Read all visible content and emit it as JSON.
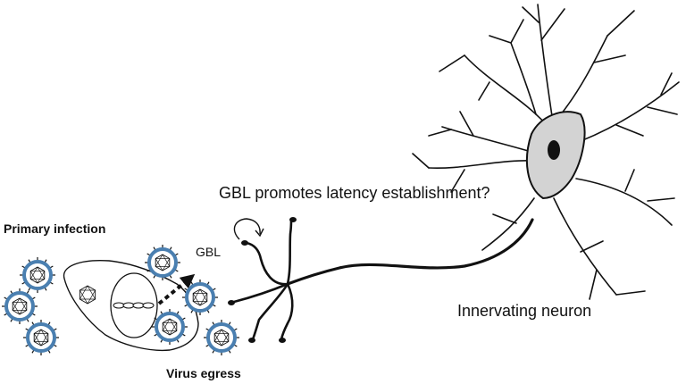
{
  "labels": {
    "primary_infection": "Primary infection",
    "virus_egress": "Virus egress",
    "gbl": "GBL",
    "gbl_latency": "GBL promotes latency establishment?",
    "innervating_neuron": "Innervating neuron"
  },
  "colors": {
    "virus_envelope": "#4a7fb0",
    "neuron_body": "#d3d3d3",
    "stroke": "#111111"
  },
  "icons": {
    "virion": "icosahedral-capsid-in-envelope",
    "nucleus": "oval-with-dna-chain",
    "arrow": "dashed-egress-arrow"
  }
}
